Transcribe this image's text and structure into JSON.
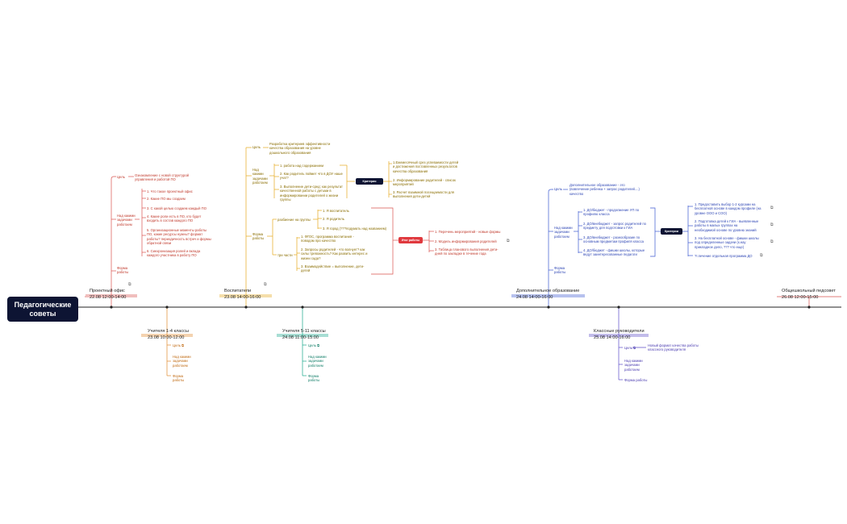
{
  "root": {
    "title": "Педагогические\nсоветы"
  },
  "colors": {
    "red": "#c0392b",
    "yellow": "#e5a91d",
    "blue": "#3d5ad1",
    "teal": "#17a88b",
    "orange": "#e08a2d",
    "purple": "#5b4bc9",
    "dark": "#0d1433"
  },
  "events": {
    "proekt": {
      "title": "Проектный офис\n22.08 12:00-14:00"
    },
    "vosp": {
      "title": "Воспитатели\n23.08 14:00-16:00"
    },
    "dop": {
      "title": "Дополнительное образование\n24.08 14:00-16:00"
    },
    "obsh": {
      "title": "Общешкольный педсовет\n26.08 12:00-15:00"
    },
    "uch14": {
      "title": "Учителя 1-4 классы\n23.08 10:00-12:00"
    },
    "uch511": {
      "title": "Учителя 5-11 классы\n24.08 11:00-15:00"
    },
    "klass": {
      "title": "Классные руководители\n25.08 14:00-16:00"
    }
  },
  "proekt": {
    "goal_label": "Цель",
    "goal_text": "Ознакомление с новой структурой\nуправления и работой ПО",
    "tasks_label": "Над какими\nзадачами\nработаем",
    "tasks": [
      "1. Что такое проектный офис",
      "2. Какие ПО мы создаем",
      "3. С какой целью создаем каждый ПО",
      "4. Какие роли есть в ПО, кто будет\nвходить в состав каждого ПО",
      "5. Организационные моменты работы\nПО, какие ресурсы нужны? формат\nработы? периодичность встреч и формы\nобратной связи",
      "6. Синхронизация ролей и вклада\nкаждого участника в работу ПО"
    ],
    "form_label": "Форма\nработы"
  },
  "vosp": {
    "goal_label": "Цель",
    "goal_text": "Разработка критериев эффективности\nкачества образования на уровне\nдошкольного образования",
    "tasks_label": "Над\nкакими\nзадачами\nработаем",
    "tasks": [
      "1. работа над содержанием",
      "2. Как родитель поймет что в ДОУ наше\nучат?",
      "3. Выполнение дети-сред: как результат\nкачественной работы с детьми в\nинформировании родителей о жизни\nгруппы"
    ],
    "criteria_badge": "Критерии",
    "criteria": [
      "1.Ежемесячный срез успеваемости детей\nи достижения поставленных результатов\nкачества образования",
      "2. Информирование родителей - список\nмероприятий",
      "3. Расчет взаимной посещаемости для\nвыполнения дети-детей"
    ],
    "form_label": "Форма\nработы",
    "groups_label": "разбиение на группы",
    "groups": [
      "1. Я воспитатель",
      "2. Я родитель",
      "3. Я город (???подумать над названием)"
    ],
    "three_label": "три части",
    "three": [
      "1. ФГОС, программа воспитания -\nповодом про качество",
      "2. Запросы родителей - что волнует? как\nсилы тревожность? Как развить интерес и\nжизни сада?",
      "3. Взаимодействие = выполнение, дети-\nдетей"
    ],
    "result_badge": "Итог работы",
    "results": [
      "1. Перечень мероприятий - новые формы",
      "2. Модель информирования родителей",
      "3. Таблица планового выполнения дети-\nдней по закладке в течение года"
    ]
  },
  "dop": {
    "goal_label": "Цель",
    "goal_text": "Дополнительное образование - это\n(вовлечение ребенка + запрос родителей....)\nкачество",
    "tasks_label": "Над какими\nзадачами\nработаем",
    "tasks": [
      "1. ДО/бюджет - продолжение УП по\nпрофилю класса",
      "2. ДО/внебюджет - запрос родителей по\nпредмету для подготовки к ГИА",
      "3. ДО/внебюджет - разнообразие по\nосновным предметам профиля класса",
      "4. ДО/бюджет - фишки школы, которые\nведут заинтересованные педагоги"
    ],
    "criteria_badge": "Критерии",
    "criteria": [
      "1. Предоставить выбор 1-2 курсами на\nбесплатной основе в каждом профиле (на\nуровне ООО и СОО)",
      "2. Подготовка детей к ГИА - выявленные\nработы в малых группах на\nнеобходимой основе по уровню знаний",
      "3. На бесплатной основе - фишки школы\nпод определенные задачи (к.нау\nприкладное дело, ??? что еще)",
      "?!.печение отдельная программа ДО"
    ],
    "form_label": "Форма\nработы"
  },
  "uch14": {
    "goal_label": "Цель",
    "tasks_label": "Над какими\nзадачами\nработаем",
    "form_label": "Форма\nработы"
  },
  "uch511": {
    "goal_label": "Цель",
    "tasks_label": "Над какими\nзадачами\nработаем",
    "form_label": "Форма\nработы"
  },
  "klass": {
    "goal_label": "Цель",
    "goal_text": "Новый формат качества работы\nклассного руководителя",
    "tasks_label": "Над какими\nзадачами\nработаем",
    "form_label": "Форма работы"
  }
}
